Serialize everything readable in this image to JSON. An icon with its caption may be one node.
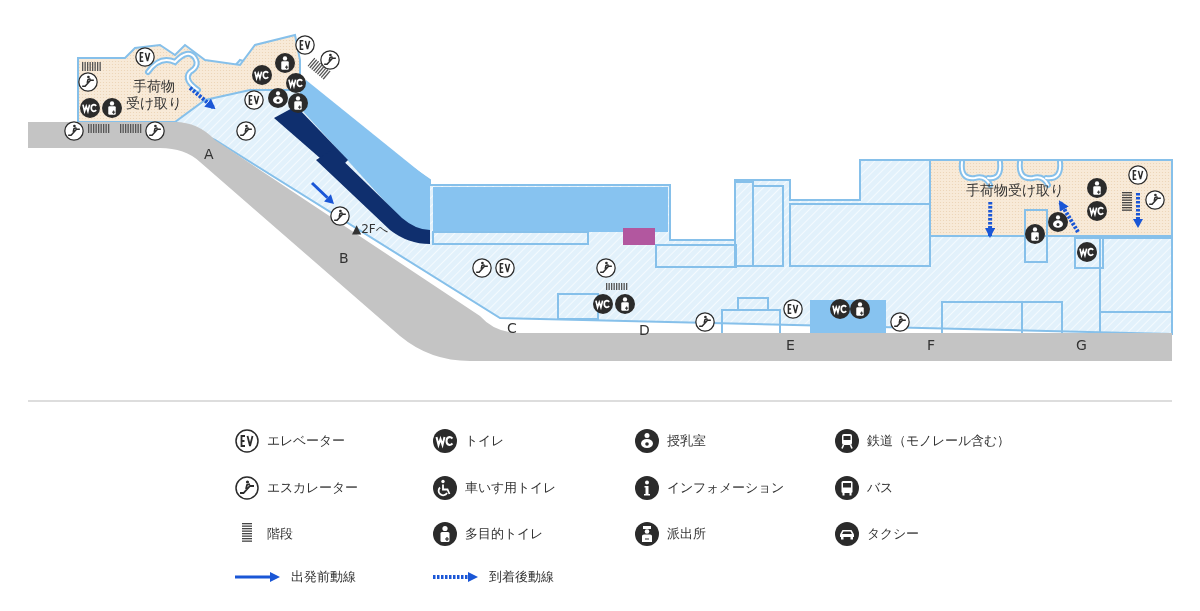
{
  "diagram": {
    "nodes": [
      {
        "text": [
          "手荷物受け取り"
        ]
      },
      {
        "text": [
          "手荷物受け取り"
        ]
      }
    ],
    "edges": [
      {
        "from": 0,
        "to": null,
        "arrow": "to",
        "style": "dashed"
      },
      {
        "from": 1,
        "to": null,
        "arrow": "to",
        "style": "dashed"
      },
      {
        "from": null,
        "to": 1,
        "arrow": "to",
        "style": "dashed"
      }
    ],
    "labels": [
      "A",
      "▲2Fへ",
      "B",
      "C",
      "D",
      "E",
      "F",
      "G"
    ],
    "legend": [
      {
        "text": "エレベーター"
      },
      {
        "text": "トイレ"
      },
      {
        "text": "授乳室"
      },
      {
        "text": "鉄道（モノレール含む）"
      },
      {
        "text": "エスカレーター"
      },
      {
        "text": "車いす用トイレ"
      },
      {
        "text": "インフォメーション"
      },
      {
        "text": "バス"
      },
      {
        "text": "階段"
      },
      {
        "text": "多目的トイレ"
      },
      {
        "text": "派出所"
      },
      {
        "text": "タクシー"
      },
      {
        "text": "出発前動線"
      },
      {
        "text": "到着後動線"
      }
    ]
  }
}
